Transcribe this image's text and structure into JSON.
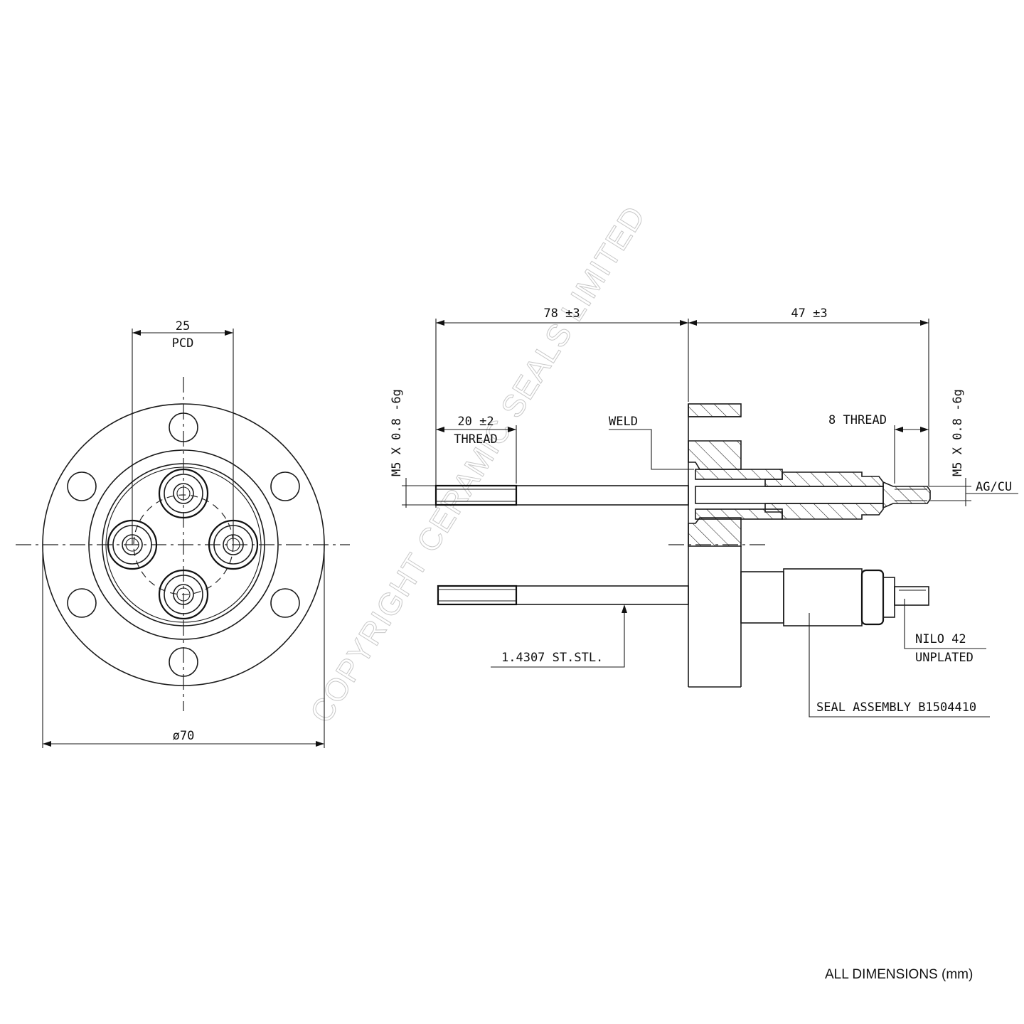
{
  "front_view": {
    "pcd_value": "25",
    "pcd_label": "PCD",
    "diameter_label": "ø70"
  },
  "side_view": {
    "dim_left_length": "78 ±3",
    "dim_right_length": "47 ±3",
    "thread_left_length": "20 ±2",
    "thread_left_label": "THREAD",
    "thread_right_label": "8 THREAD",
    "thread_spec_left": "M5 X 0.8 -6g",
    "thread_spec_right": "M5 X 0.8 -6g",
    "weld_label": "WELD",
    "plating_label": "AG/CU",
    "material_body": "1.4307 ST.STL.",
    "material_pin_line1": "NILO 42",
    "material_pin_line2": "UNPLATED",
    "seal_assembly": "SEAL ASSEMBLY B1504410"
  },
  "watermark": "COPYRIGHT CERAMIC SEALS LIMITED",
  "footer_note": "ALL DIMENSIONS (mm)"
}
